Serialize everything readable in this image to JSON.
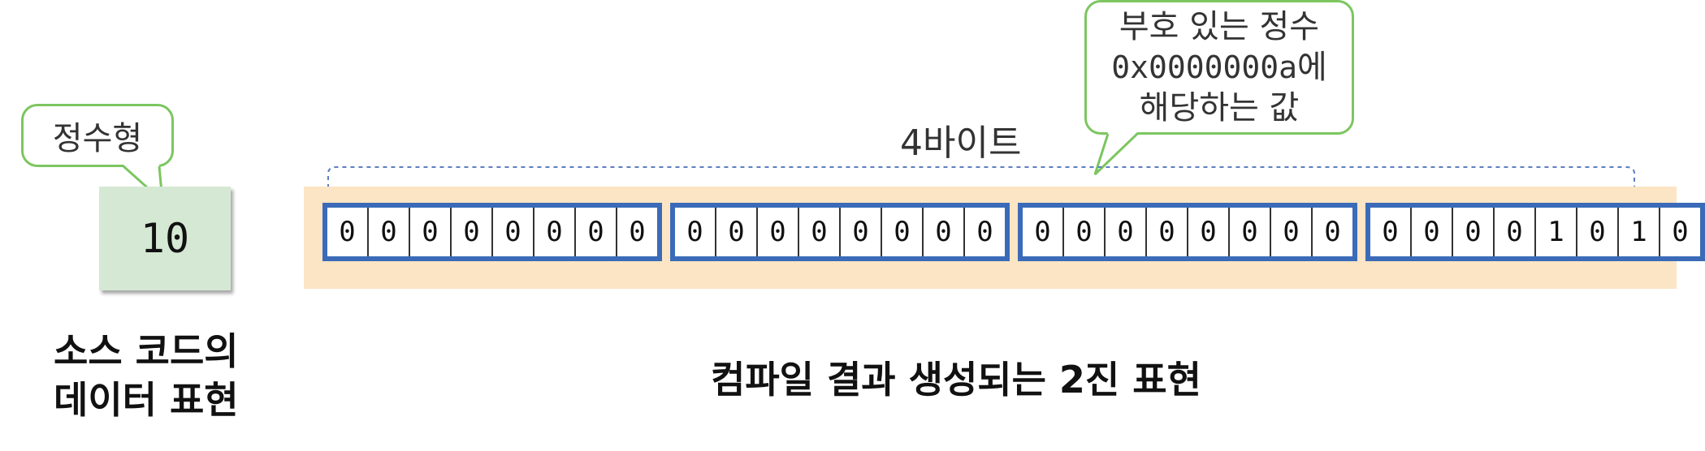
{
  "source_value": "10",
  "type_callout": "정수형",
  "source_caption": [
    "소스 코드의",
    "데이터 표현"
  ],
  "span_label": "4바이트",
  "value_callout": {
    "line1": "부호 있는 정수",
    "line2_hex": "0x0000000a",
    "line2_suffix": "에",
    "line3": "해당하는 값"
  },
  "bytes": [
    [
      "0",
      "0",
      "0",
      "0",
      "0",
      "0",
      "0",
      "0"
    ],
    [
      "0",
      "0",
      "0",
      "0",
      "0",
      "0",
      "0",
      "0"
    ],
    [
      "0",
      "0",
      "0",
      "0",
      "0",
      "0",
      "0",
      "0"
    ],
    [
      "0",
      "0",
      "0",
      "0",
      "1",
      "0",
      "1",
      "0"
    ]
  ],
  "binary_caption": "컴파일 결과 생성되는 2진 표현",
  "colors": {
    "callout_border": "#7cc660",
    "value_box": "#d5e8d4",
    "band": "#fbe5c4",
    "byte_border": "#3b6bb8",
    "bracket": "#5b7fc0"
  }
}
